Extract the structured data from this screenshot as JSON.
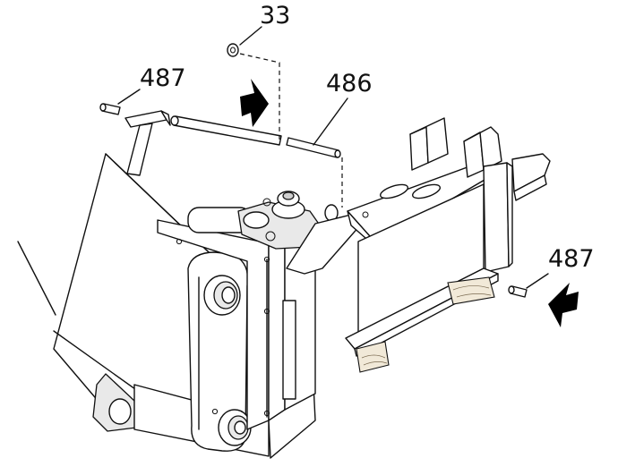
{
  "callouts": {
    "top": "33",
    "pin_left": "487",
    "rod": "486",
    "pin_right": "487"
  },
  "colors": {
    "ink": "#111111",
    "background": "#ffffff",
    "arrow": "#000000"
  },
  "icons": {
    "hammer": "hammer-icon",
    "push_arrow": "arrow-icon"
  }
}
